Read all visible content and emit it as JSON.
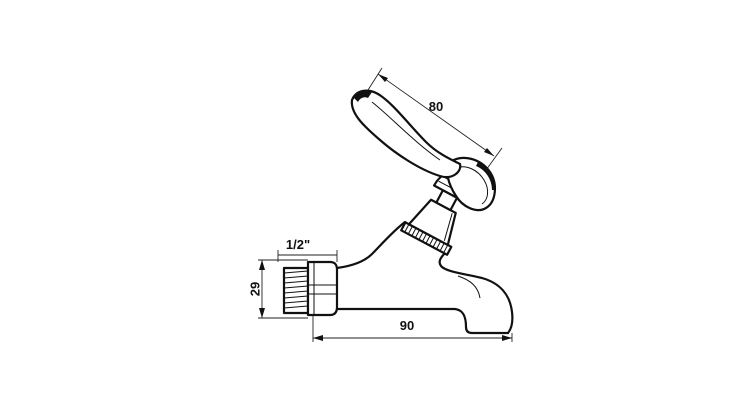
{
  "dimensions": {
    "handle_length": "80",
    "thread_size": "1/2\"",
    "height": "29",
    "spout_length": "90"
  }
}
